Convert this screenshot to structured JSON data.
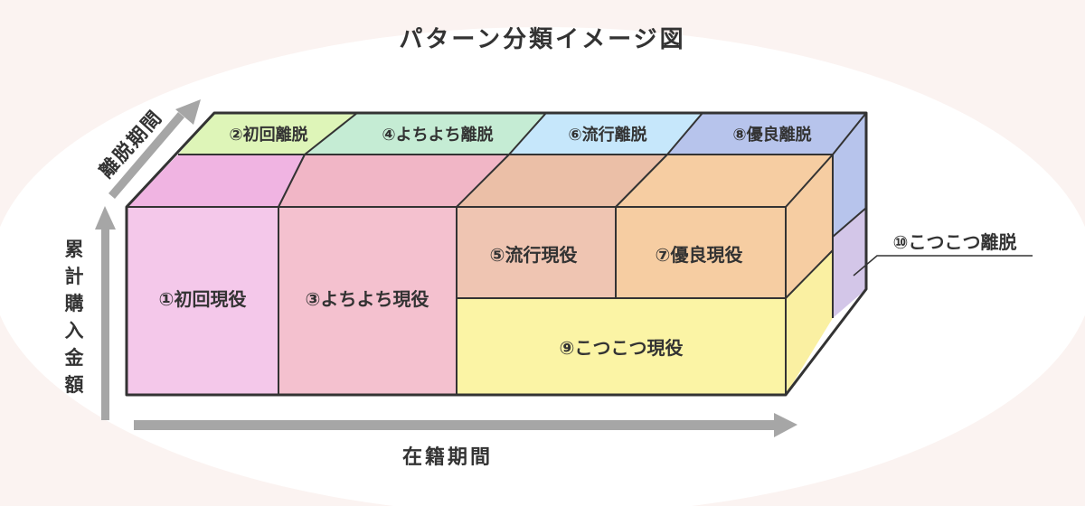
{
  "title": "パターン分類イメージ図",
  "axes": {
    "x_label": "在籍期間",
    "y_label": "累計購入金額",
    "y_label_chars": [
      "累",
      "計",
      "購",
      "入",
      "金",
      "額"
    ],
    "z_label": "離脱期間"
  },
  "segments": {
    "s1": "①初回現役",
    "s2": "②初回離脱",
    "s3": "③よちよち現役",
    "s4": "④よちよち離脱",
    "s5": "⑤流行現役",
    "s6": "⑥流行離脱",
    "s7": "⑦優良現役",
    "s8": "⑧優良離脱",
    "s9": "⑨こつこつ現役",
    "s10": "⑩こつこつ離脱"
  },
  "colors": {
    "background": "#fbf3f1",
    "glow": "#ffffff",
    "outline": "#333333",
    "arrow": "#a6a6a6",
    "s1_front": "#f4c8ea",
    "s1_top": "#f0b4e2",
    "s2": "#def5b8",
    "s3_front": "#f4c1cf",
    "s3_top": "#f1b6c6",
    "s4": "#c5ecd4",
    "s5_front": "#efc5b2",
    "s5_top": "#ebbfa7",
    "s6": "#c6e7fb",
    "s7_front": "#f6cda2",
    "s7_side": "#f6cda2",
    "s8": "#b7c4ec",
    "s9_front": "#fbf4a5",
    "s9_side": "#faf0a2",
    "s10": "#d3c6e8"
  }
}
